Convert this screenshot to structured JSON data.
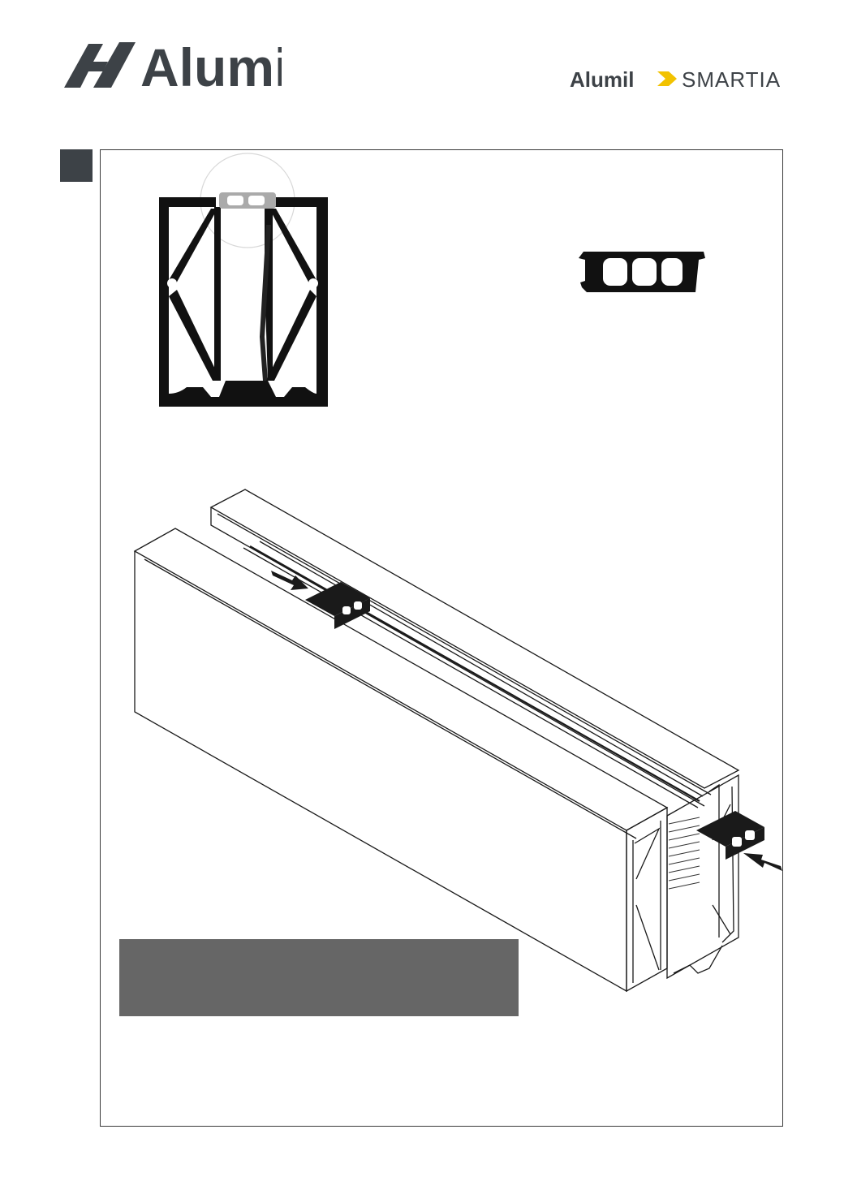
{
  "header": {
    "brand_logo": {
      "text": "Alumil",
      "color": "#3d4247"
    },
    "product_logo": {
      "brand": "Alumil",
      "product": "SMARTIA",
      "brand_color": "#3d4247",
      "accent_color": "#f2c200"
    }
  },
  "step": {
    "marker_color": "#3d4247"
  },
  "illustrations": {
    "section_profile": {
      "icon": "aluminium-profile-cross-section"
    },
    "gasket_detail": {
      "icon": "gasket-profile-detail"
    },
    "isometric": {
      "icon": "profile-isometric-with-gasket-insertion",
      "arrows": 2
    }
  },
  "note": {
    "text": "",
    "color": "#666666"
  }
}
